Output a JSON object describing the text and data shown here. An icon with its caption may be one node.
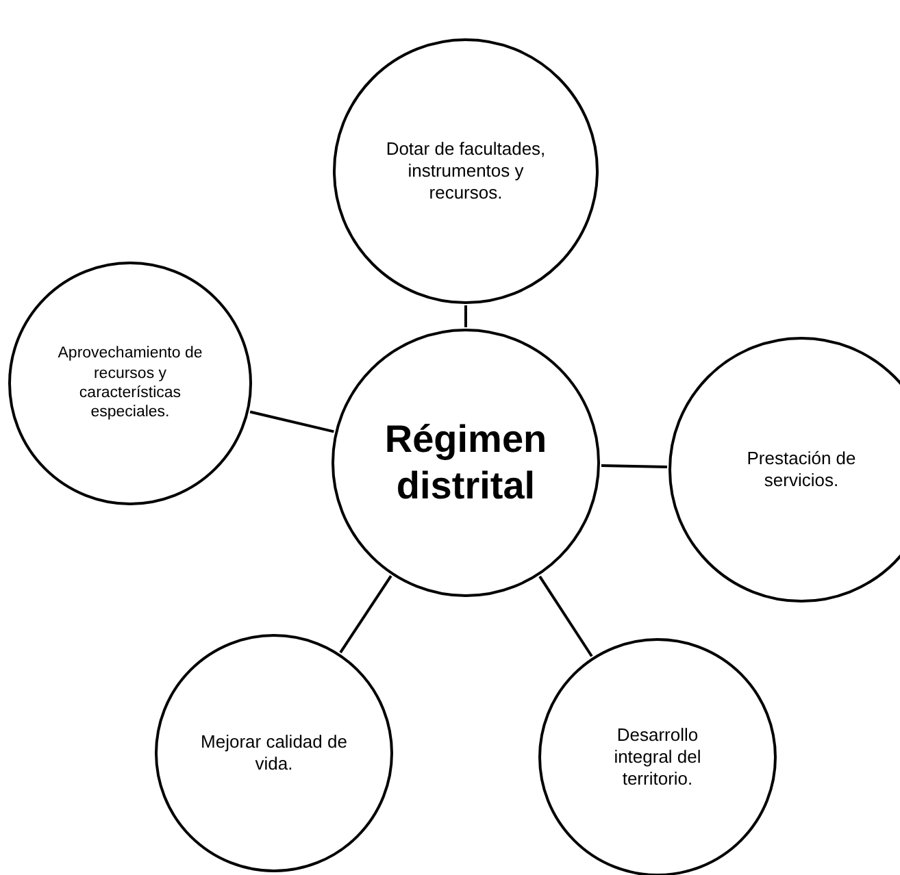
{
  "diagram": {
    "nodes": [
      {
        "text": [
          "Dotar de facultades, instrumentos y recursos."
        ]
      },
      {
        "text": [
          "Aprovechamiento de recursos y características especiales."
        ]
      },
      {
        "text": [
          "Régimen distrital"
        ]
      },
      {
        "text": [
          "Prestación de servicios."
        ]
      },
      {
        "text": [
          "Mejorar calidad de vida."
        ]
      },
      {
        "text": [
          "Desarrollo integral del territorio."
        ]
      }
    ],
    "edges": [
      {
        "from": 2,
        "to": 0,
        "arrow": "none"
      },
      {
        "from": 2,
        "to": 1,
        "arrow": "none"
      },
      {
        "from": 2,
        "to": 3,
        "arrow": "none"
      },
      {
        "from": 2,
        "to": 4,
        "arrow": "none"
      },
      {
        "from": 2,
        "to": 5,
        "arrow": "none"
      }
    ]
  }
}
